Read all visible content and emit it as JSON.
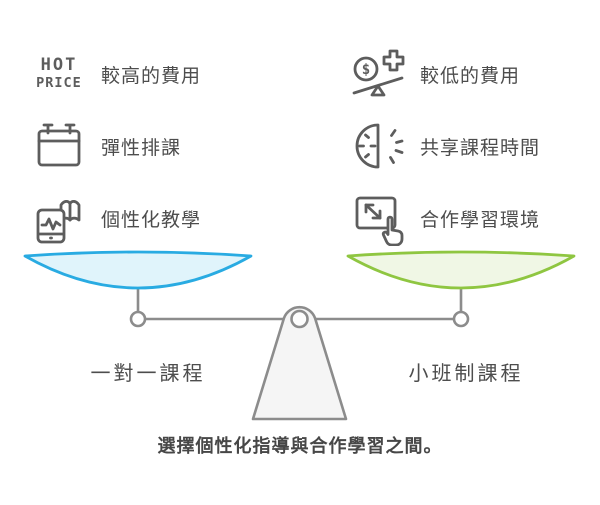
{
  "colors": {
    "icon_stroke": "#5d5d5d",
    "label_text": "#4d4d4d",
    "caption_text": "#474747"
  },
  "icons": {
    "hot_price": {
      "line1": "HOT",
      "line2": "PRICE"
    },
    "dollar_sign": "$"
  },
  "features": {
    "left": [
      {
        "icon": "hot-price-icon",
        "label": "較高的費用"
      },
      {
        "icon": "calendar-icon",
        "label": "彈性排課"
      },
      {
        "icon": "phone-book-icon",
        "label": "個性化教學"
      }
    ],
    "right": [
      {
        "icon": "money-seesaw-icon",
        "label": "較低的費用"
      },
      {
        "icon": "half-clock-icon",
        "label": "共享課程時間"
      },
      {
        "icon": "screen-touch-icon",
        "label": "合作學習環境"
      }
    ]
  },
  "scale": {
    "left_pan_label": "一對一課程",
    "right_pan_label": "小班制課程",
    "colors": {
      "left_pan_stroke": "#29abe2",
      "left_pan_fill": "#e0f4fb",
      "right_pan_stroke": "#8fc641",
      "right_pan_fill": "#f0f7e5",
      "structure": "#8c8c8c",
      "fulcrum_fill": "#f5f5f5"
    }
  },
  "caption": "選擇個性化指導與合作學習之間。"
}
